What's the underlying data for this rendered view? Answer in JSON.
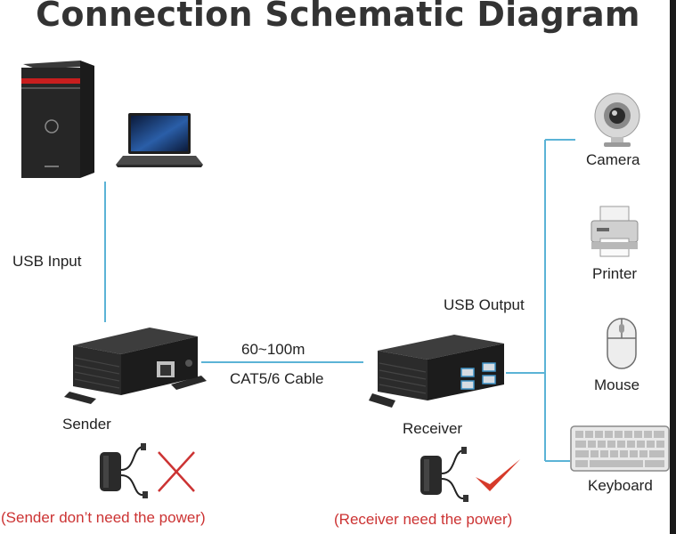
{
  "title": "Connection Schematic Diagram",
  "labels": {
    "usb_input": "USB Input",
    "usb_output": "USB Output",
    "distance": "60~100m",
    "cable": "CAT5/6 Cable",
    "sender": "Sender",
    "receiver": "Receiver"
  },
  "devices": {
    "camera": "Camera",
    "printer": "Printer",
    "mouse": "Mouse",
    "keyboard": "Keyboard"
  },
  "notes": {
    "sender_power": "(Sender don’t need the power)",
    "receiver_power": "(Receiver need the power)"
  },
  "colors": {
    "wire": "#5bb3d6",
    "note_red": "#cc3333",
    "cross": "#cc3333",
    "check": "#d63a2a"
  }
}
